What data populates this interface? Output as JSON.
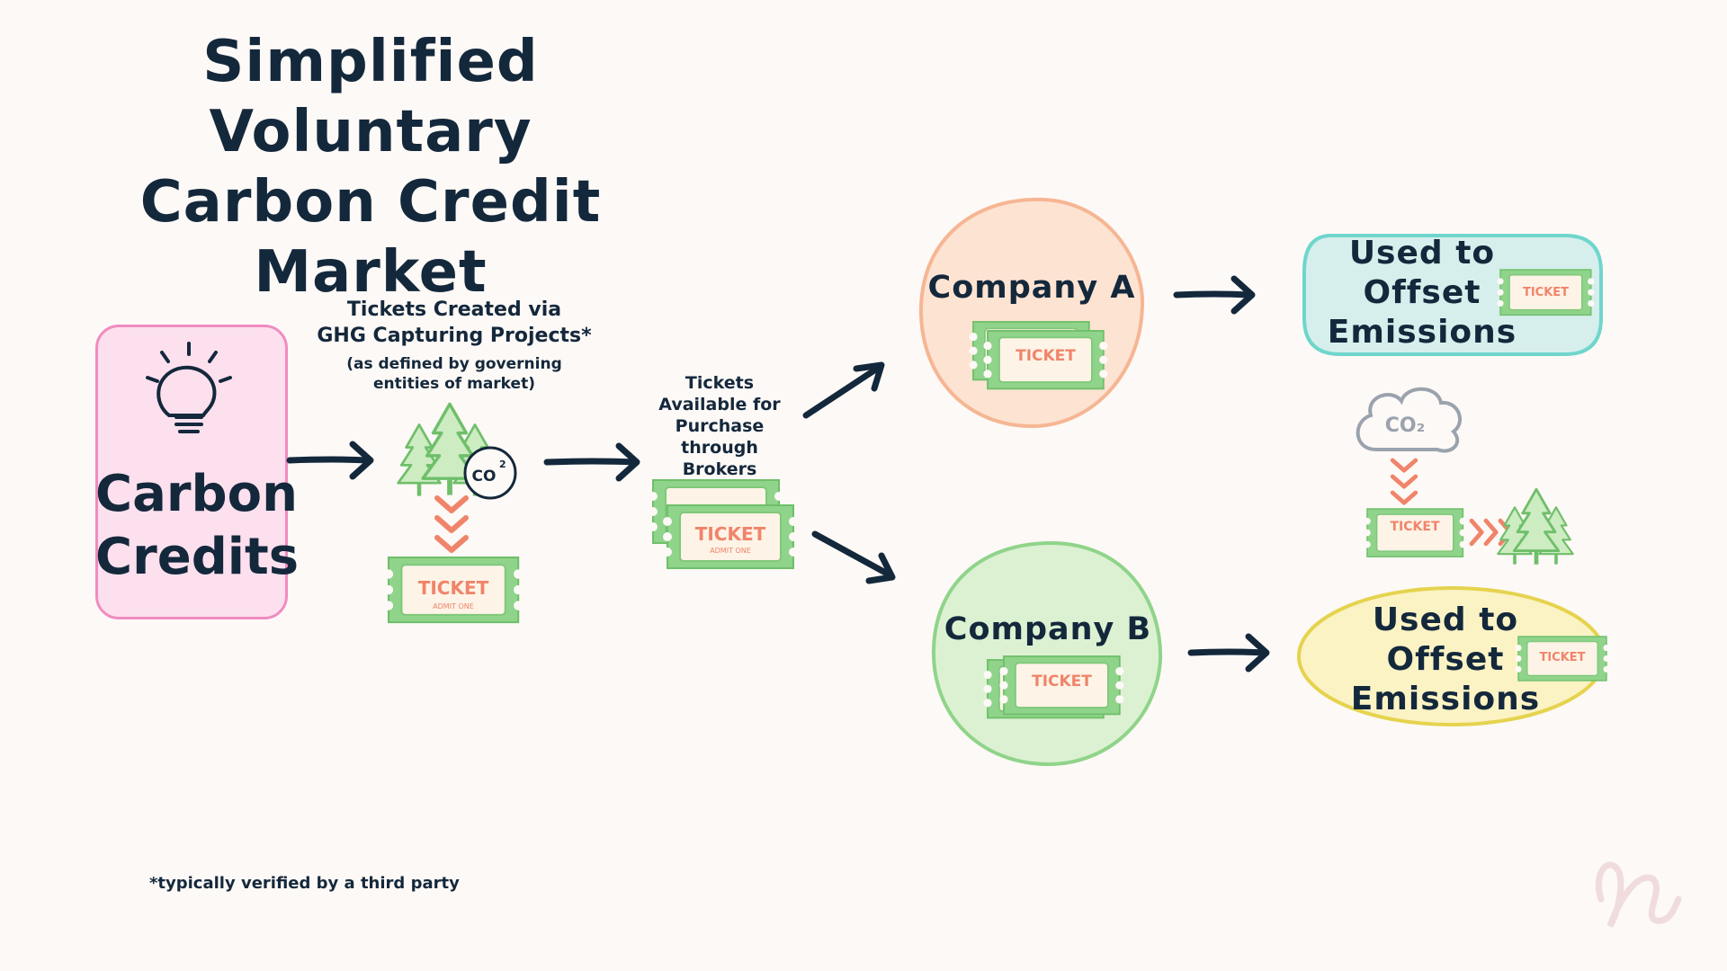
{
  "title": {
    "line1": "Simplified Voluntary",
    "line2": "Carbon Credit Market"
  },
  "carbon_credits": {
    "line1": "Carbon",
    "line2": "Credits",
    "icon": "lightbulb-icon"
  },
  "step_created": {
    "line1": "Tickets Created via",
    "line2": "GHG Capturing Projects*",
    "sub1": "(as defined by governing",
    "sub2": "entities of market)",
    "co2_label": "CO",
    "co2_sup": "2"
  },
  "step_available": {
    "line1": "Tickets",
    "line2": "Available for",
    "line3": "Purchase",
    "line4": "through",
    "line5": "Brokers"
  },
  "company_a": {
    "label": "Company A"
  },
  "company_b": {
    "label": "Company B"
  },
  "offset_a": {
    "line1": "Used to",
    "line2": "Offset",
    "line3": "Emissions"
  },
  "offset_b": {
    "line1": "Used to",
    "line2": "Offset",
    "line3": "Emissions"
  },
  "cloud": {
    "label": "CO₂"
  },
  "ticket": {
    "label": "TICKET",
    "sub": "ADMIT ONE"
  },
  "footnote": "*typically verified by a third party",
  "colors": {
    "ink": "#14283c",
    "ticket_green": "#8fd48a",
    "ticket_inner": "#fdf3e6",
    "ticket_text": "#f0846a",
    "pink": "#fde0ee",
    "peach": "#fde3d2",
    "mint": "#dcf1d2",
    "aqua": "#d6efec",
    "lemon": "#fbf3c4"
  }
}
